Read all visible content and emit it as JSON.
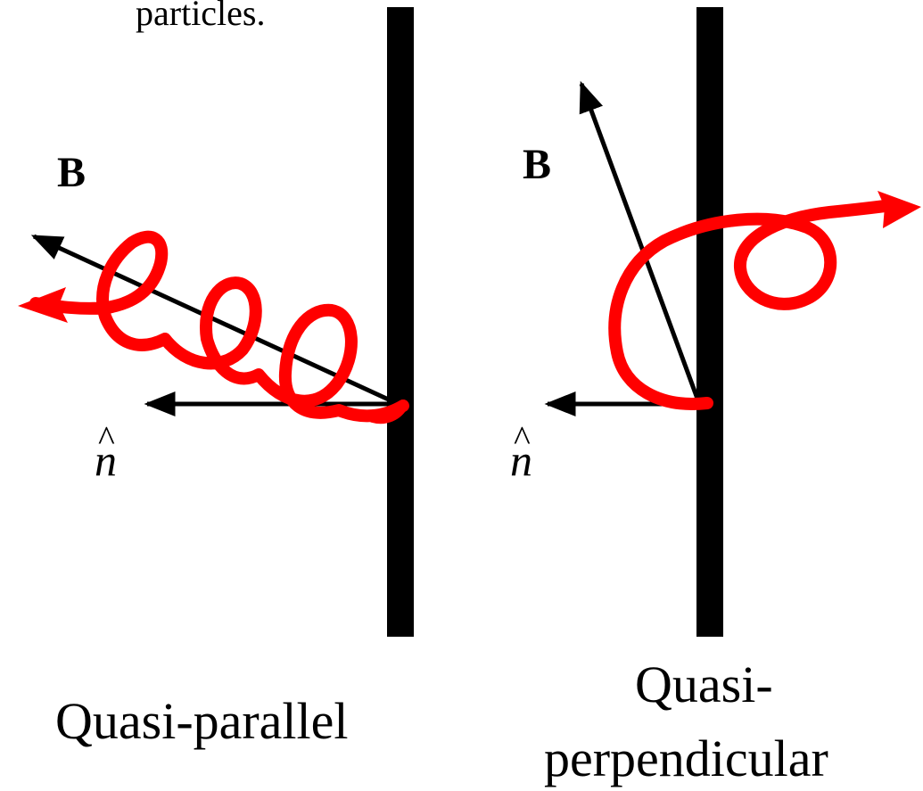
{
  "caption_fragment": "particles.",
  "panels": [
    {
      "field_label": "B",
      "normal_label": "n",
      "normal_hat": "^",
      "caption_lines": [
        "Quasi-parallel"
      ]
    },
    {
      "field_label": "B",
      "normal_label": "n",
      "normal_hat": "^",
      "caption_lines": [
        "Quasi-",
        "perpendicular"
      ]
    }
  ],
  "colors": {
    "shock_front": "#000000",
    "vectors": "#000000",
    "particle_path": "#ff0000"
  }
}
